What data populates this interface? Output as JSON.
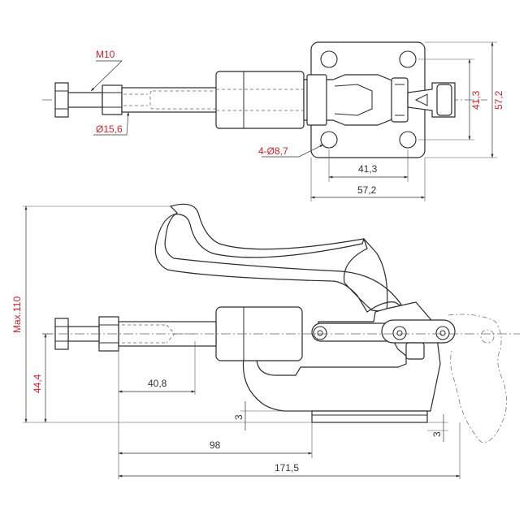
{
  "top_view": {
    "thread_label": "M10",
    "rod_diameter_label": "Ø15,6",
    "holes_label": "4-Ø8,7",
    "hole_spacing_x": "41,3",
    "base_width_x": "57,2",
    "hole_spacing_y": "41,3",
    "base_width_y": "57,2"
  },
  "side_view": {
    "max_height": "Max.110",
    "rod_height": "44,4",
    "thread_length": "40,8",
    "base_thickness_left": "3",
    "base_thickness_right": "3",
    "base_position": "98",
    "total_length": "171,5"
  },
  "colors": {
    "line": "#2b2b2b",
    "dimension_red": "#d2222a",
    "dimension_dark": "#333333"
  }
}
